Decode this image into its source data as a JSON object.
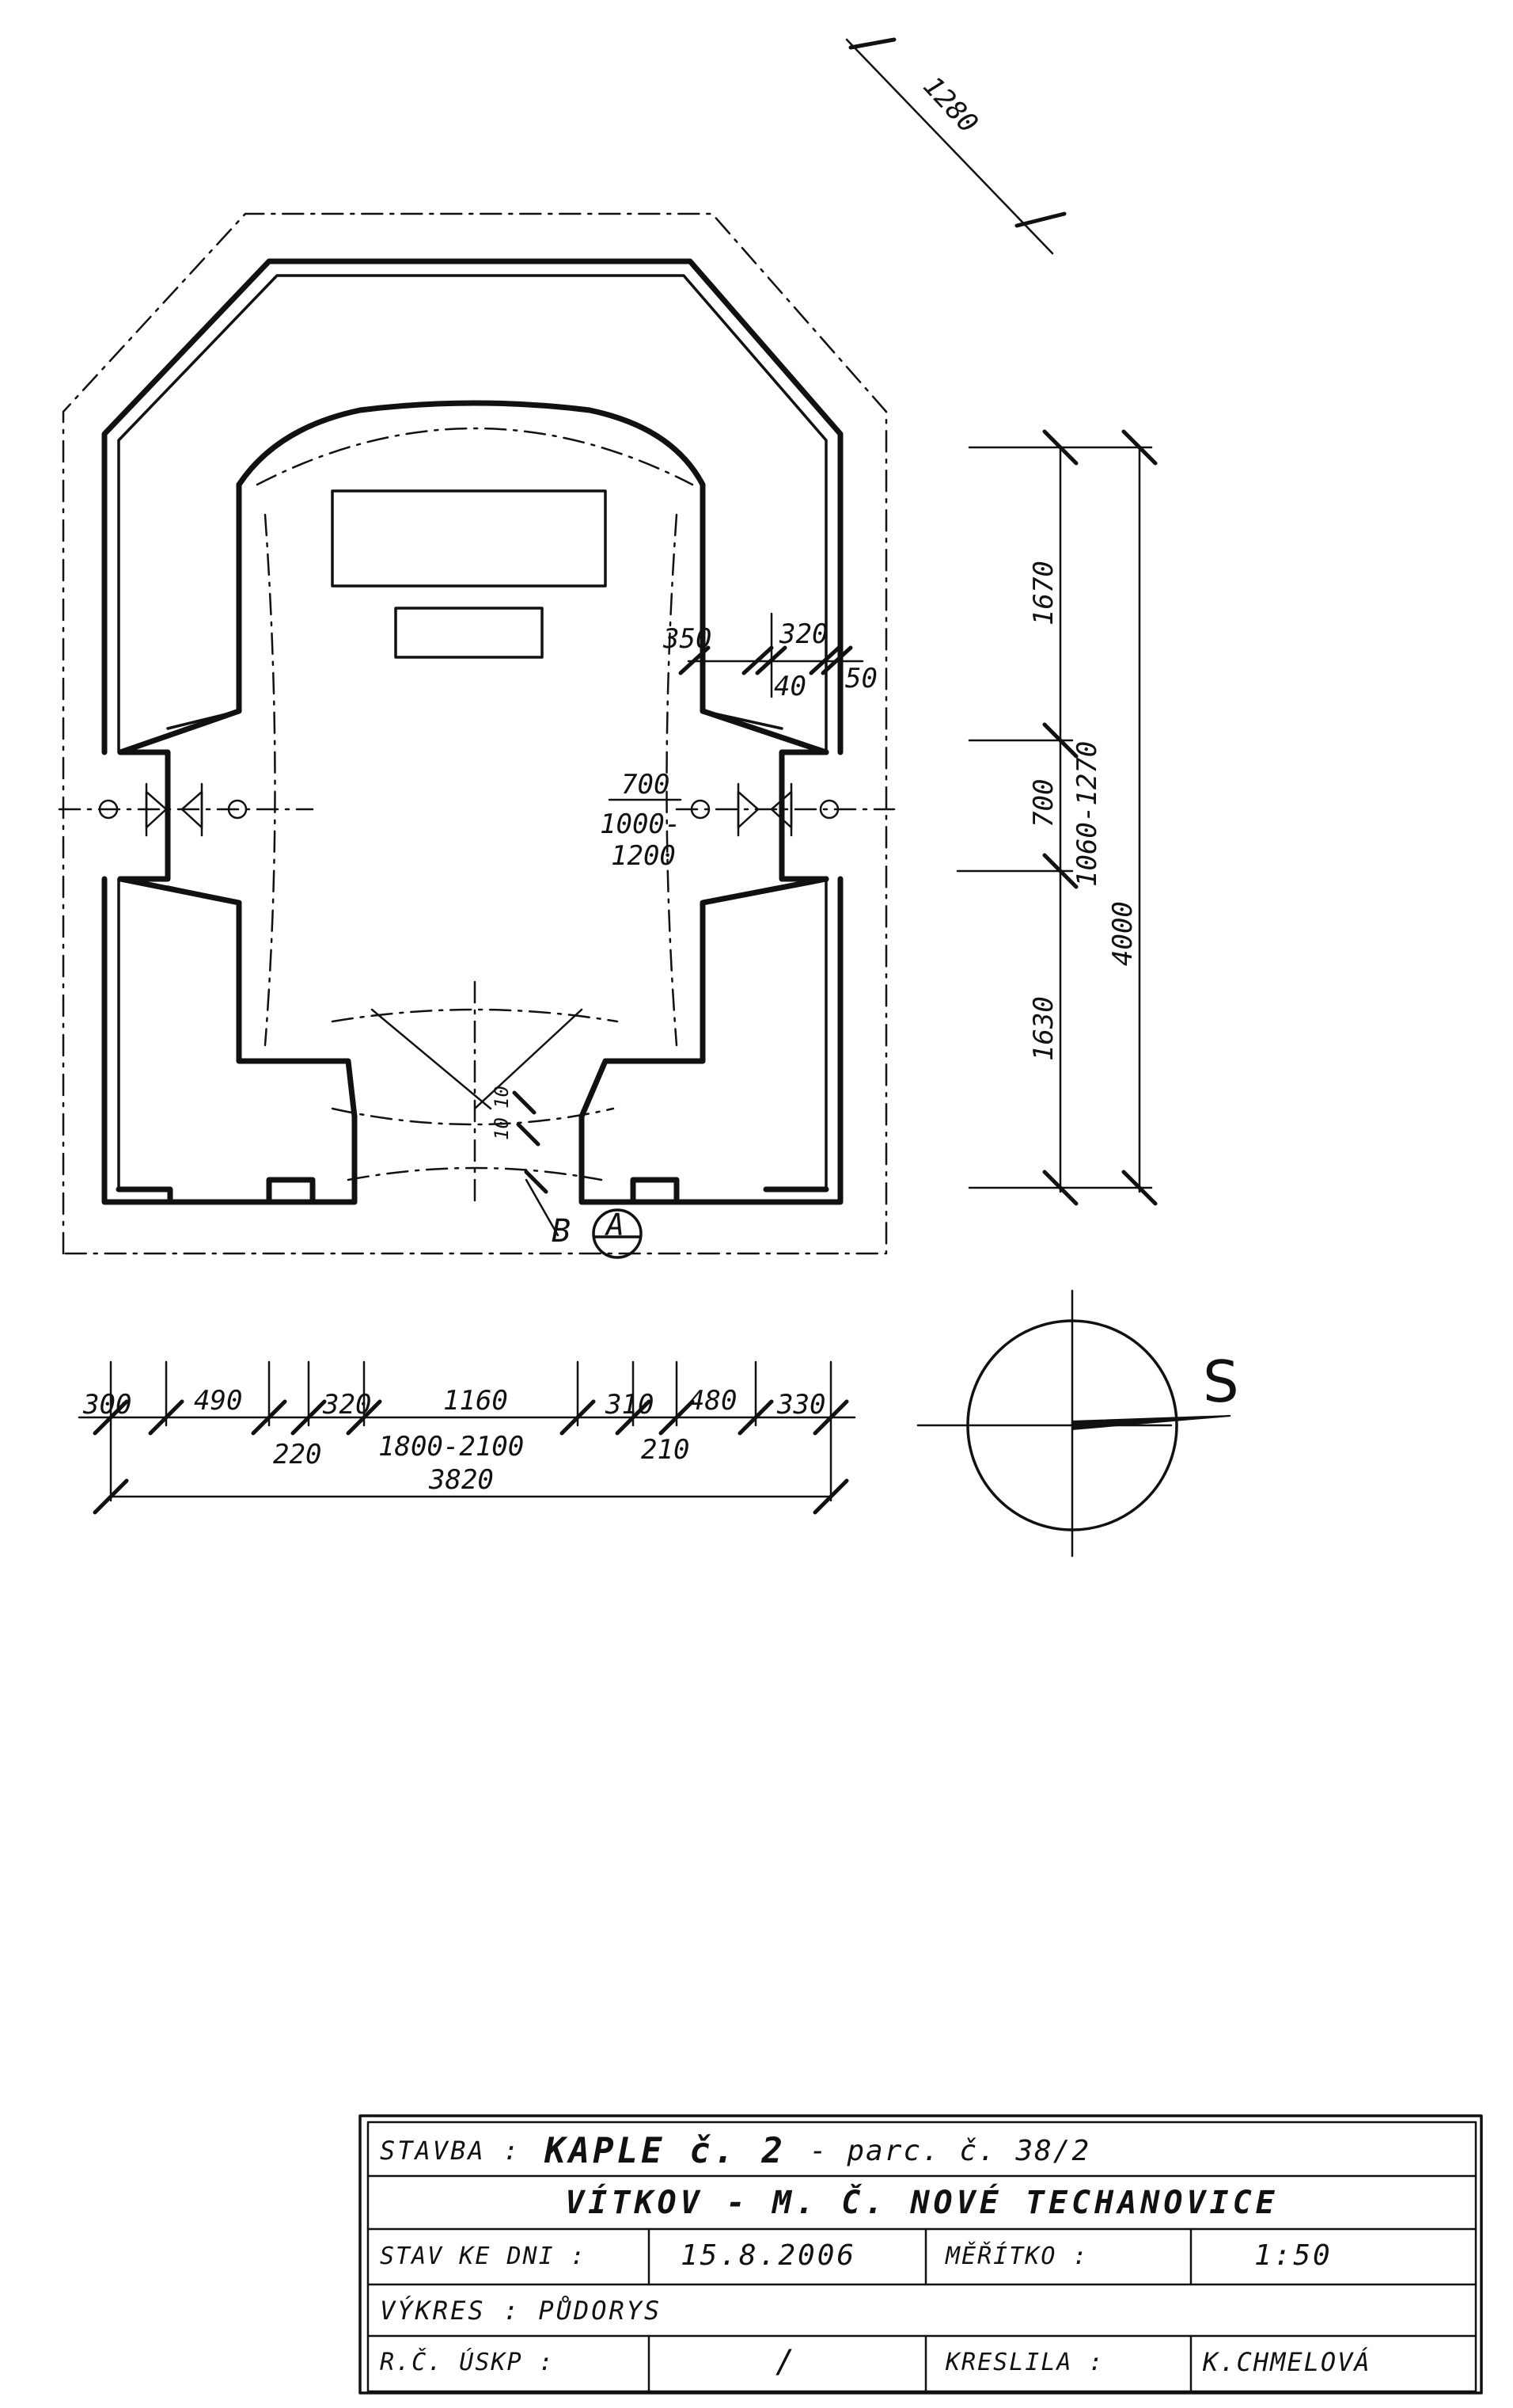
{
  "drawing": {
    "diagonal_dim": "1280",
    "inner_dims": {
      "d350": "350",
      "d320": "320",
      "d40": "40",
      "d50": "50",
      "d700": "700",
      "d1000_1200": "1000-",
      "d1200": "1200"
    },
    "right_dims": {
      "d1670": "1670",
      "d700": "700",
      "d1630": "1630",
      "d1060_1270": "1060-1270",
      "d4000": "4000"
    },
    "bottom_dims": {
      "d300": "300",
      "d490": "490",
      "d320": "320",
      "d1160": "1160",
      "d310": "310",
      "d480": "480",
      "d330": "330",
      "d220": "220",
      "d1800_2100": "1800-2100",
      "d210": "210",
      "d3820": "3820"
    },
    "section_letter": "A",
    "section_b": "B",
    "markers": {
      "m10a": "10",
      "m10b": "10"
    },
    "north_label": "S"
  },
  "title_block": {
    "row1": {
      "label": "STAVBA :",
      "value_bold": "KAPLE č. 2",
      "value_rest": "- parc. č. 38/2"
    },
    "row2": {
      "value": "VÍTKOV - M. Č. NOVÉ TECHANOVICE"
    },
    "row3": {
      "label": "STAV KE DNI :",
      "date": "15.8.2006",
      "scale_label": "MĚŘÍTKO :",
      "scale_value": "1:50"
    },
    "row4": {
      "label": "VÝKRES : PŮDORYS"
    },
    "row5": {
      "label": "R.Č. ÚSKP :",
      "value": "/",
      "drawn_label": "KRESLILA :",
      "drawn_value": "K.CHMELOVÁ"
    }
  }
}
